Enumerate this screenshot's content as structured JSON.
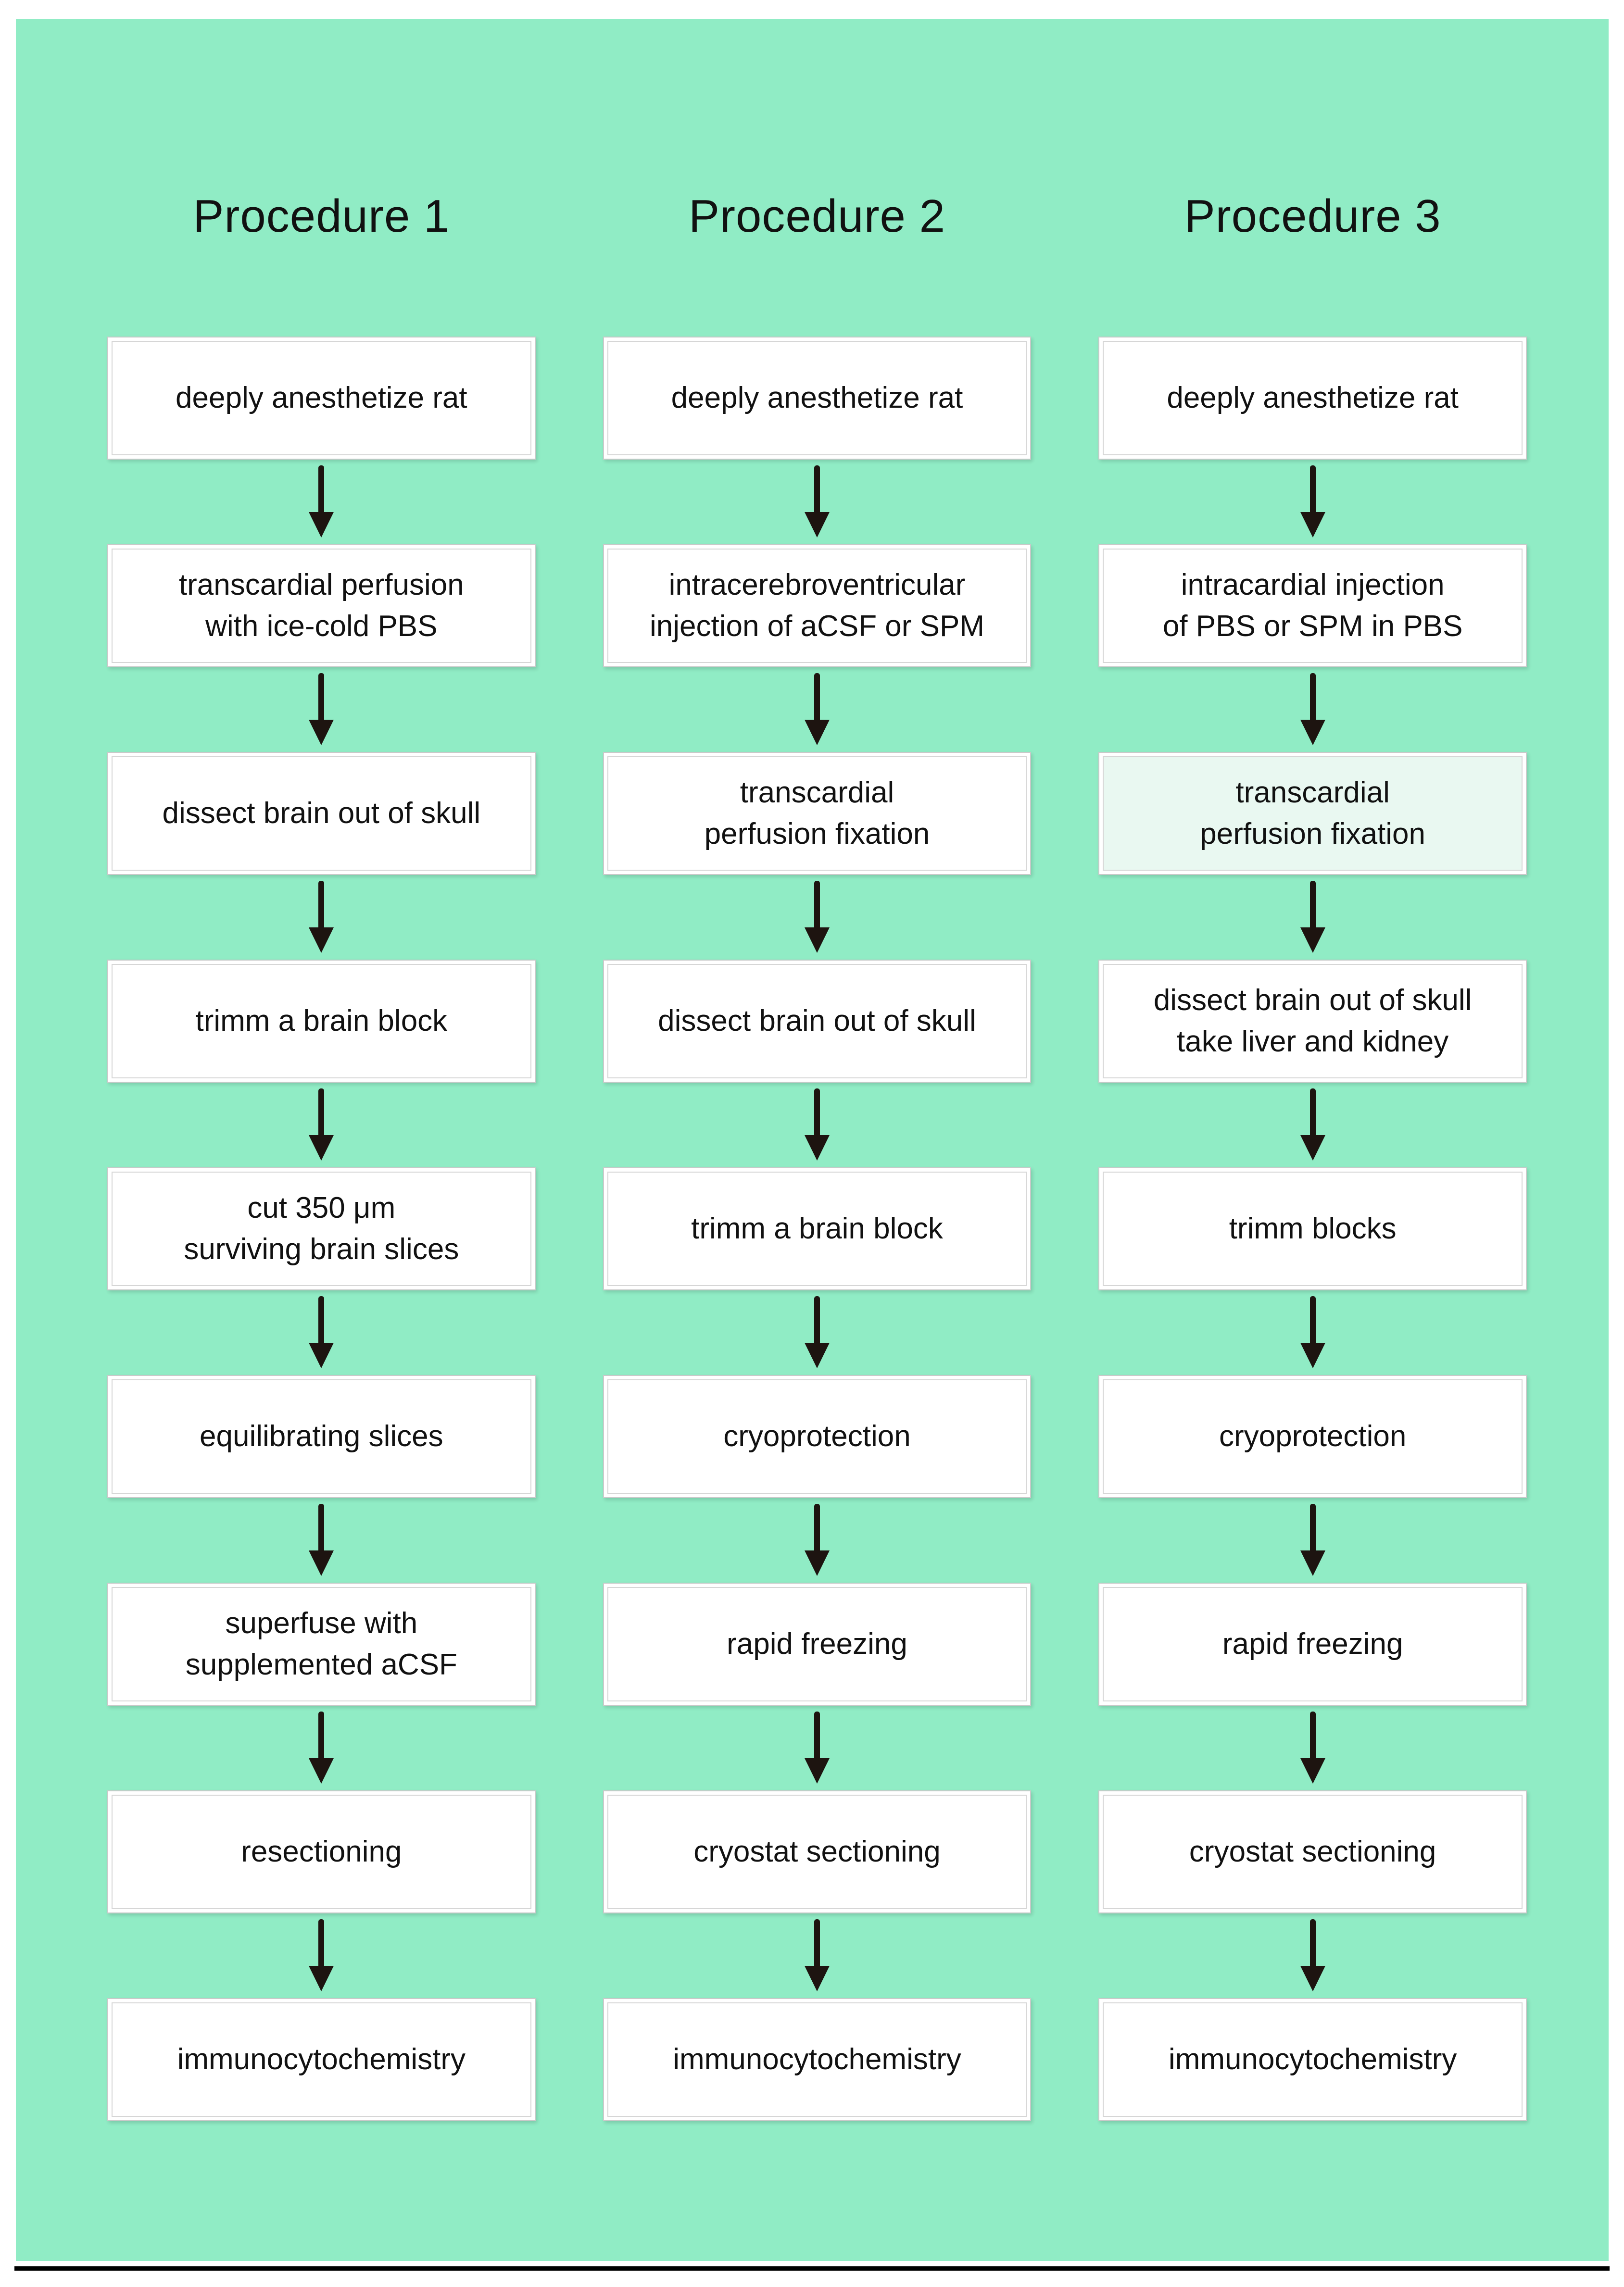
{
  "figure": {
    "panel_background": "#90ecc5",
    "box_background": "#ffffff",
    "box_highlight_background": "#e9f8f1",
    "box_border_color": "#c9c9c9",
    "text_color": "#111111",
    "arrow_color": "#1d1410",
    "bottom_rule_color": "#000000"
  },
  "columns": [
    {
      "title": "Procedure 1",
      "steps": [
        {
          "lines": [
            "deeply anesthetize rat"
          ]
        },
        {
          "lines": [
            "transcardial perfusion",
            "with ice-cold PBS"
          ]
        },
        {
          "lines": [
            "dissect brain out of skull"
          ]
        },
        {
          "lines": [
            "trimm a brain block"
          ]
        },
        {
          "lines": [
            "cut 350 μm",
            "surviving brain slices"
          ]
        },
        {
          "lines": [
            "equilibrating slices"
          ]
        },
        {
          "lines": [
            "superfuse with",
            "supplemented aCSF"
          ]
        },
        {
          "lines": [
            "resectioning"
          ]
        },
        {
          "lines": [
            "immunocytochemistry"
          ]
        }
      ]
    },
    {
      "title": "Procedure 2",
      "steps": [
        {
          "lines": [
            "deeply anesthetize rat"
          ]
        },
        {
          "lines": [
            "intracerebroventricular",
            "injection of aCSF or SPM"
          ]
        },
        {
          "lines": [
            "transcardial",
            "perfusion fixation"
          ]
        },
        {
          "lines": [
            "dissect brain out of skull"
          ]
        },
        {
          "lines": [
            "trimm a brain block"
          ]
        },
        {
          "lines": [
            "cryoprotection"
          ]
        },
        {
          "lines": [
            "rapid freezing"
          ]
        },
        {
          "lines": [
            "cryostat sectioning"
          ]
        },
        {
          "lines": [
            "immunocytochemistry"
          ]
        }
      ]
    },
    {
      "title": "Procedure 3",
      "steps": [
        {
          "lines": [
            "deeply anesthetize rat"
          ]
        },
        {
          "lines": [
            "intracardial injection",
            "of PBS or SPM in PBS"
          ]
        },
        {
          "lines": [
            "transcardial",
            "perfusion fixation"
          ],
          "highlight": true
        },
        {
          "lines": [
            "dissect brain out of skull",
            "take liver and kidney"
          ]
        },
        {
          "lines": [
            "trimm blocks"
          ]
        },
        {
          "lines": [
            "cryoprotection"
          ]
        },
        {
          "lines": [
            "rapid freezing"
          ]
        },
        {
          "lines": [
            "cryostat sectioning"
          ]
        },
        {
          "lines": [
            "immunocytochemistry"
          ]
        }
      ]
    }
  ]
}
